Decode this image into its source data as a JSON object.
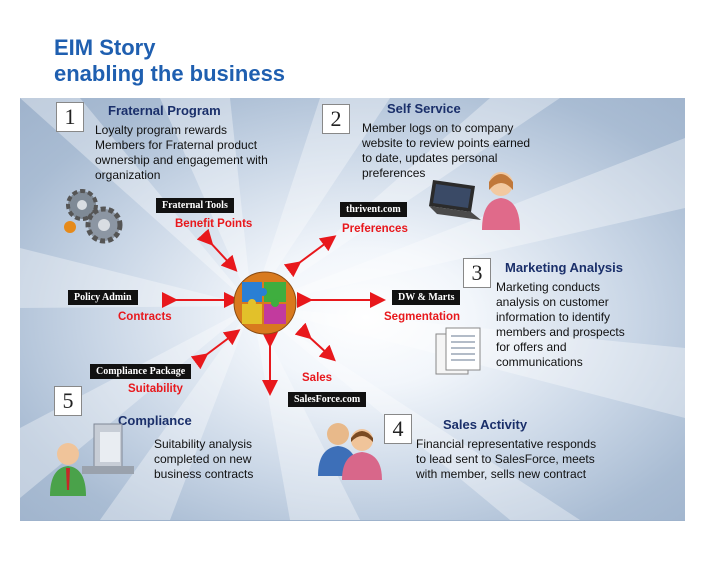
{
  "title": {
    "line1": "EIM Story",
    "line2": "enabling the business"
  },
  "sections": {
    "s1": {
      "num": "1",
      "heading": "Fraternal Program",
      "body": [
        "Loyalty program rewards",
        "Members for Fraternal product",
        "ownership and engagement with",
        "organization"
      ]
    },
    "s2": {
      "num": "2",
      "heading": "Self Service",
      "body": [
        "Member logs on to company",
        "website to review points earned",
        "to date, updates personal",
        "preferences"
      ]
    },
    "s3": {
      "num": "3",
      "heading": "Marketing Analysis",
      "body": [
        "Marketing conducts",
        "analysis on customer",
        "information to identify",
        "members and prospects",
        "for offers and",
        "communications"
      ]
    },
    "s4": {
      "num": "4",
      "heading": "Sales Activity",
      "body": [
        "Financial representative responds",
        "to lead sent to SalesForce, meets",
        "with member, sells new contract"
      ]
    },
    "s5": {
      "num": "5",
      "heading": "Compliance",
      "body": [
        "Suitability analysis",
        "completed on new",
        "business contracts"
      ]
    }
  },
  "systems": {
    "fraternal_tools": "Fraternal Tools",
    "thrivent": "thrivent.com",
    "policy_admin": "Policy Admin",
    "dw_marts": "DW & Marts",
    "compliance_package": "Compliance Package",
    "salesforce": "SalesForce.com"
  },
  "labels": {
    "benefit_points": "Benefit Points",
    "preferences": "Preferences",
    "contracts": "Contracts",
    "segmentation": "Segmentation",
    "suitability": "Suitability",
    "sales": "Sales"
  },
  "colors": {
    "title": "#1f5fb0",
    "heading": "#1a2f6a",
    "arrow": "#e8181c",
    "tag_bg": "#111111"
  }
}
